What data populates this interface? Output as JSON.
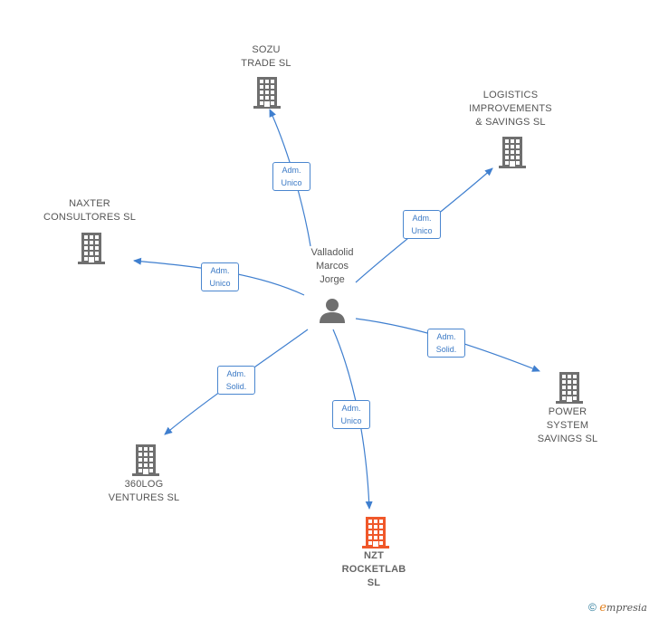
{
  "center": {
    "label": "Valladolid\nMarcos\nJorge"
  },
  "companies": [
    {
      "id": "sozu",
      "label": "SOZU\nTRADE  SL",
      "color": "#6f6f6f",
      "focus": false
    },
    {
      "id": "logistics",
      "label": "LOGISTICS\nIMPROVEMENTS\n& SAVINGS SL",
      "color": "#6f6f6f",
      "focus": false
    },
    {
      "id": "naxter",
      "label": "NAXTER\nCONSULTORES SL",
      "color": "#6f6f6f",
      "focus": false
    },
    {
      "id": "power",
      "label": "POWER\nSYSTEM\nSAVINGS SL",
      "color": "#6f6f6f",
      "focus": false
    },
    {
      "id": "log360",
      "label": "360LOG\nVENTURES  SL",
      "color": "#6f6f6f",
      "focus": false
    },
    {
      "id": "nzt",
      "label": "NZT\nROCKETLAB\nSL",
      "color": "#f0582a",
      "focus": true
    }
  ],
  "relations": [
    {
      "target": "sozu",
      "label": "Adm.\nUnico"
    },
    {
      "target": "logistics",
      "label": "Adm.\nUnico"
    },
    {
      "target": "naxter",
      "label": "Adm.\nUnico"
    },
    {
      "target": "power",
      "label": "Adm.\nSolid."
    },
    {
      "target": "log360",
      "label": "Adm.\nSolid."
    },
    {
      "target": "nzt",
      "label": "Adm.\nUnico"
    }
  ],
  "colors": {
    "edge": "#3f7fcf",
    "person": "#6f6f6f"
  },
  "footer": {
    "copyright": "©",
    "brand_initial": "e",
    "brand_rest": "mpresia"
  }
}
